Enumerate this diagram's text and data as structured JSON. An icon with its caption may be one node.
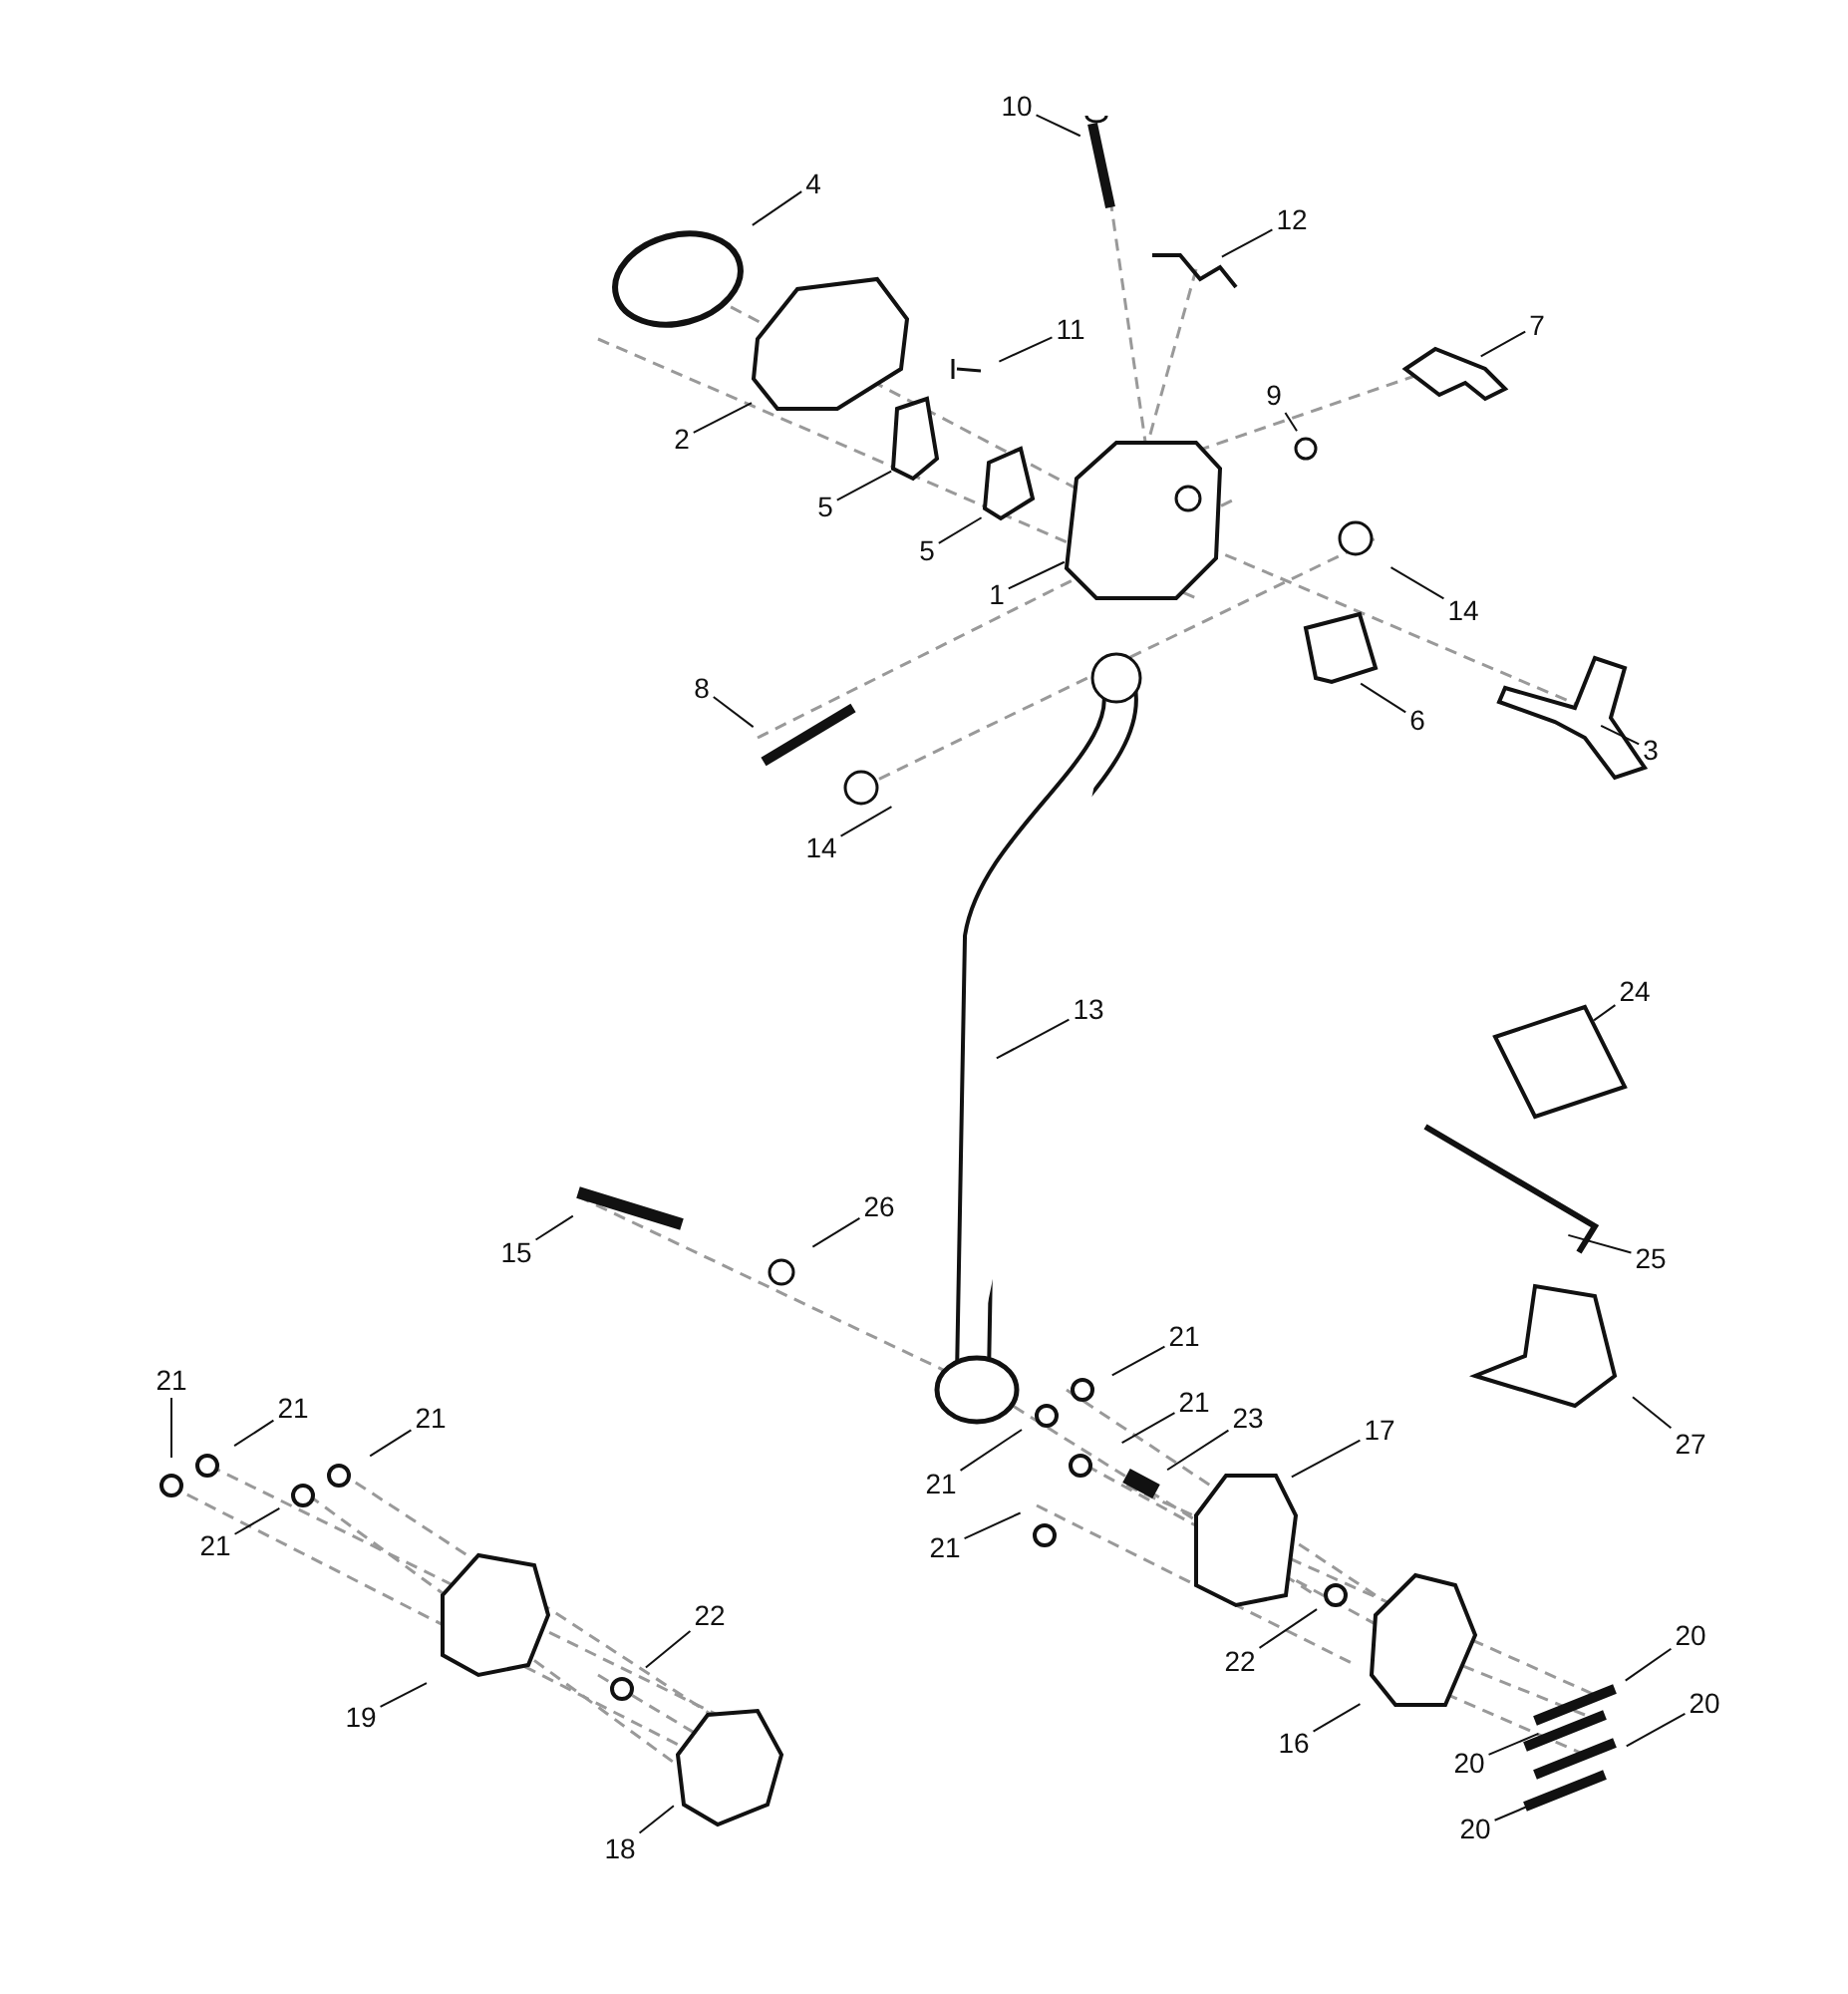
{
  "diagram": {
    "nodes": [
      {
        "text": [
          "10"
        ]
      },
      {
        "text": [
          "4"
        ]
      },
      {
        "text": [
          "12"
        ]
      },
      {
        "text": [
          "11"
        ]
      },
      {
        "text": [
          "7"
        ]
      },
      {
        "text": [
          "9"
        ]
      },
      {
        "text": [
          "2"
        ]
      },
      {
        "text": [
          "5"
        ]
      },
      {
        "text": [
          "5"
        ]
      },
      {
        "text": [
          "1"
        ]
      },
      {
        "text": [
          "14"
        ]
      },
      {
        "text": [
          "8"
        ]
      },
      {
        "text": [
          "6"
        ]
      },
      {
        "text": [
          "3"
        ]
      },
      {
        "text": [
          "14"
        ]
      },
      {
        "text": [
          "13"
        ]
      },
      {
        "text": [
          "24"
        ]
      },
      {
        "text": [
          "26"
        ]
      },
      {
        "text": [
          "15"
        ]
      },
      {
        "text": [
          "25"
        ]
      },
      {
        "text": [
          "21"
        ]
      },
      {
        "text": [
          "21"
        ]
      },
      {
        "text": [
          "21"
        ]
      },
      {
        "text": [
          "21"
        ]
      },
      {
        "text": [
          "21"
        ]
      },
      {
        "text": [
          "21"
        ]
      },
      {
        "text": [
          "23"
        ]
      },
      {
        "text": [
          "17"
        ]
      },
      {
        "text": [
          "21"
        ]
      },
      {
        "text": [
          "21"
        ]
      },
      {
        "text": [
          "22"
        ]
      },
      {
        "text": [
          "22"
        ]
      },
      {
        "text": [
          "19"
        ]
      },
      {
        "text": [
          "20"
        ]
      },
      {
        "text": [
          "20"
        ]
      },
      {
        "text": [
          "20"
        ]
      },
      {
        "text": [
          "20"
        ]
      },
      {
        "text": [
          "16"
        ]
      },
      {
        "text": [
          "18"
        ]
      },
      {
        "text": [
          "27"
        ]
      }
    ],
    "edges": [
      {
        "from": 0,
        "to": null,
        "arrow": "none"
      },
      {
        "from": 1,
        "to": null,
        "arrow": "none"
      },
      {
        "from": 2,
        "to": null,
        "arrow": "none"
      },
      {
        "from": 3,
        "to": null,
        "arrow": "none"
      },
      {
        "from": 4,
        "to": null,
        "arrow": "none"
      },
      {
        "from": 5,
        "to": null,
        "arrow": "none"
      },
      {
        "from": 6,
        "to": null,
        "arrow": "none"
      },
      {
        "from": 7,
        "to": null,
        "arrow": "none"
      },
      {
        "from": 8,
        "to": null,
        "arrow": "none"
      },
      {
        "from": 9,
        "to": null,
        "arrow": "none"
      },
      {
        "from": 10,
        "to": null,
        "arrow": "none"
      },
      {
        "from": 11,
        "to": null,
        "arrow": "none"
      },
      {
        "from": 12,
        "to": null,
        "arrow": "none"
      },
      {
        "from": 13,
        "to": null,
        "arrow": "none"
      },
      {
        "from": 14,
        "to": null,
        "arrow": "none"
      },
      {
        "from": 15,
        "to": null,
        "arrow": "none"
      },
      {
        "from": 16,
        "to": null,
        "arrow": "none"
      },
      {
        "from": 17,
        "to": null,
        "arrow": "none"
      },
      {
        "from": 18,
        "to": null,
        "arrow": "none"
      },
      {
        "from": 19,
        "to": null,
        "arrow": "none"
      },
      {
        "from": 20,
        "to": null,
        "arrow": "none"
      },
      {
        "from": 21,
        "to": null,
        "arrow": "none"
      },
      {
        "from": 22,
        "to": null,
        "arrow": "none"
      },
      {
        "from": 23,
        "to": null,
        "arrow": "none"
      },
      {
        "from": 24,
        "to": null,
        "arrow": "none"
      },
      {
        "from": 25,
        "to": null,
        "arrow": "none"
      },
      {
        "from": 26,
        "to": null,
        "arrow": "none"
      },
      {
        "from": 27,
        "to": null,
        "arrow": "none"
      },
      {
        "from": 28,
        "to": null,
        "arrow": "none"
      },
      {
        "from": 29,
        "to": null,
        "arrow": "none"
      },
      {
        "from": 30,
        "to": null,
        "arrow": "none"
      },
      {
        "from": 31,
        "to": null,
        "arrow": "none"
      },
      {
        "from": 32,
        "to": null,
        "arrow": "none"
      },
      {
        "from": 33,
        "to": null,
        "arrow": "none"
      },
      {
        "from": 34,
        "to": null,
        "arrow": "none"
      },
      {
        "from": 35,
        "to": null,
        "arrow": "none"
      },
      {
        "from": 36,
        "to": null,
        "arrow": "none"
      },
      {
        "from": 37,
        "to": null,
        "arrow": "none"
      },
      {
        "from": 38,
        "to": null,
        "arrow": "none"
      },
      {
        "from": 39,
        "to": null,
        "arrow": "none"
      }
    ]
  }
}
